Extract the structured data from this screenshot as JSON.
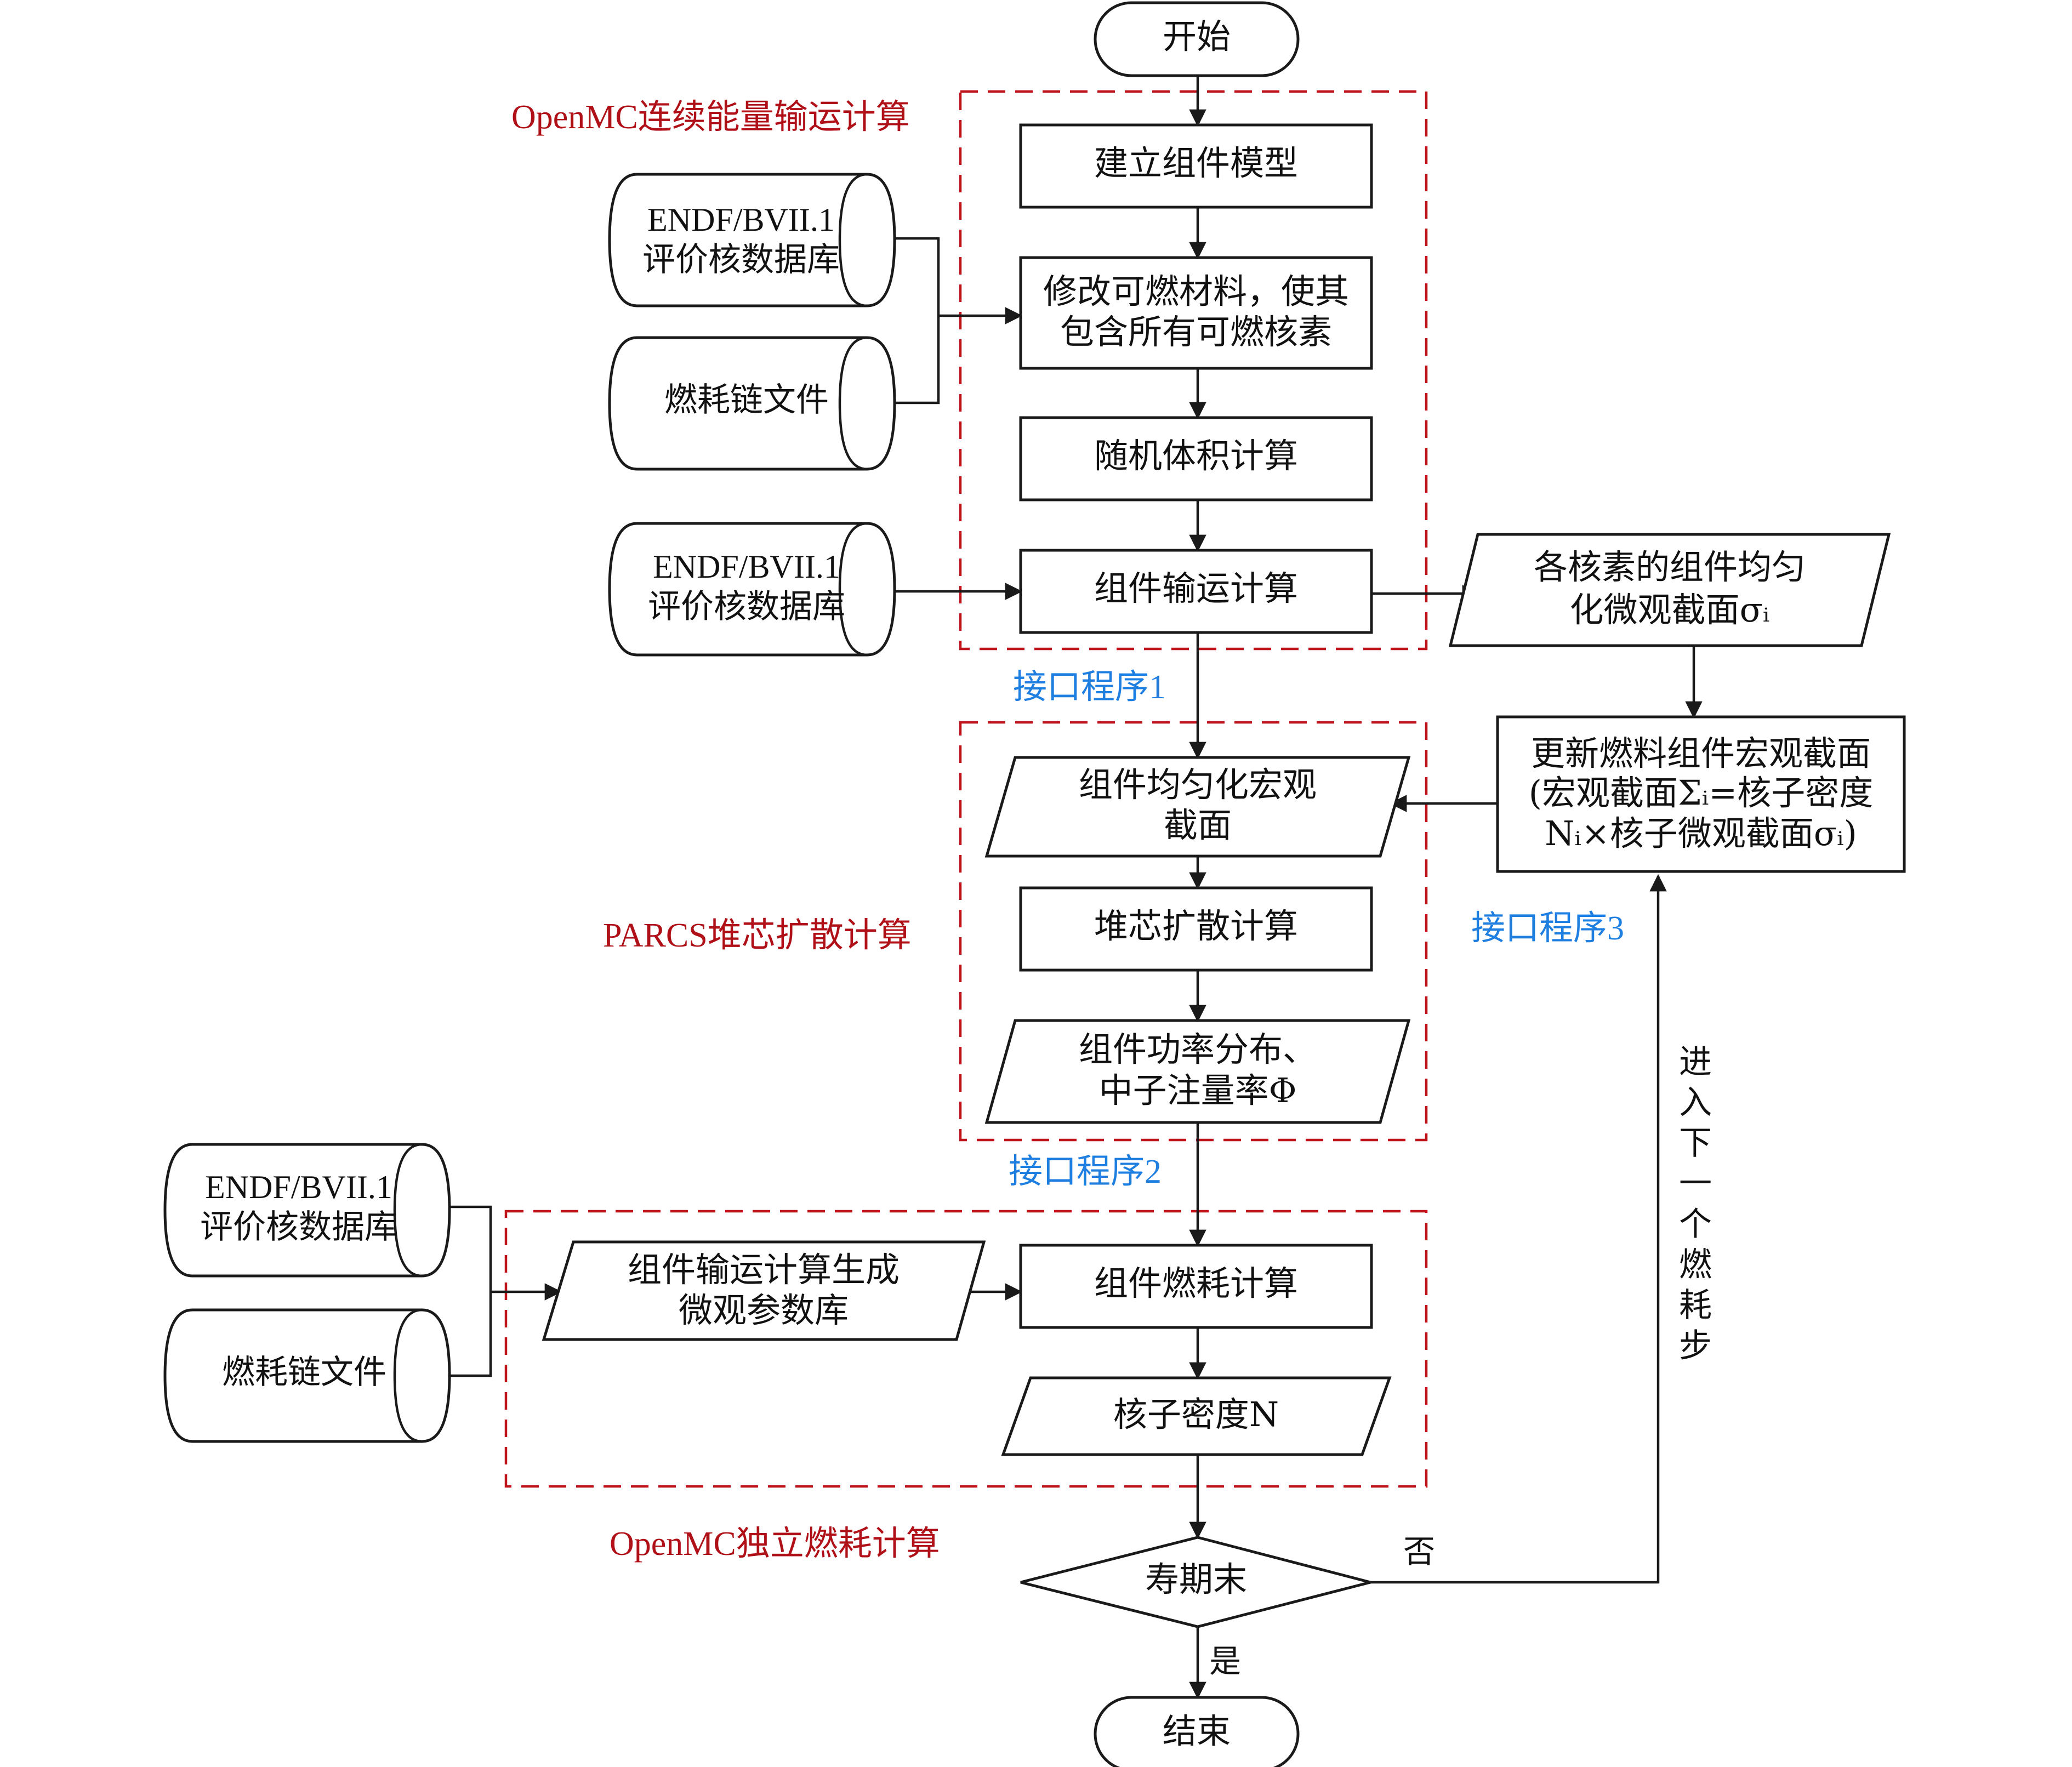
{
  "nodes": {
    "start": "开始",
    "build_model": "建立组件模型",
    "modify_fuel_1": "修改可燃材料，使其",
    "modify_fuel_2": "包含所有可燃核素",
    "random_volume": "随机体积计算",
    "assembly_transport": "组件输运计算",
    "micro_xs_1": "各核素的组件均匀",
    "micro_xs_2": "化微观截面σᵢ",
    "update_macro_1": "更新燃料组件宏观截面",
    "update_macro_2": "(宏观截面Σᵢ=核子密度",
    "update_macro_3": "Nᵢ×核子微观截面σᵢ)",
    "homog_macro_1": "组件均匀化宏观",
    "homog_macro_2": "截面",
    "core_diffusion": "堆芯扩散计算",
    "power_flux_1": "组件功率分布、",
    "power_flux_2": "中子注量率Φ",
    "micro_param_lib_1": "组件输运计算生成",
    "micro_param_lib_2": "微观参数库",
    "assembly_burnup": "组件燃耗计算",
    "nuclide_density": "核子密度N",
    "end_of_life": "寿期末",
    "end": "结束"
  },
  "databases": {
    "endf_1_line1": "ENDF/BVII.1",
    "endf_1_line2": "评价核数据库",
    "chain_1": "燃耗链文件",
    "endf_2_line1": "ENDF/BVII.1",
    "endf_2_line2": "评价核数据库",
    "endf_3_line1": "ENDF/BVII.1",
    "endf_3_line2": "评价核数据库",
    "chain_2": "燃耗链文件"
  },
  "groups": {
    "openmc_transport": "OpenMC连续能量输运计算",
    "parcs": "PARCS堆芯扩散计算",
    "openmc_burnup": "OpenMC独立燃耗计算"
  },
  "interfaces": {
    "interface_1": "接口程序1",
    "interface_2": "接口程序2",
    "interface_3": "接口程序3"
  },
  "edges": {
    "no": "否",
    "yes": "是",
    "next_step": "进入下一个燃耗步"
  },
  "colors": {
    "line": "#1a1a1a",
    "group_border": "#c0141c",
    "group_label": "#b01018",
    "interface_label": "#1f7fe0"
  }
}
